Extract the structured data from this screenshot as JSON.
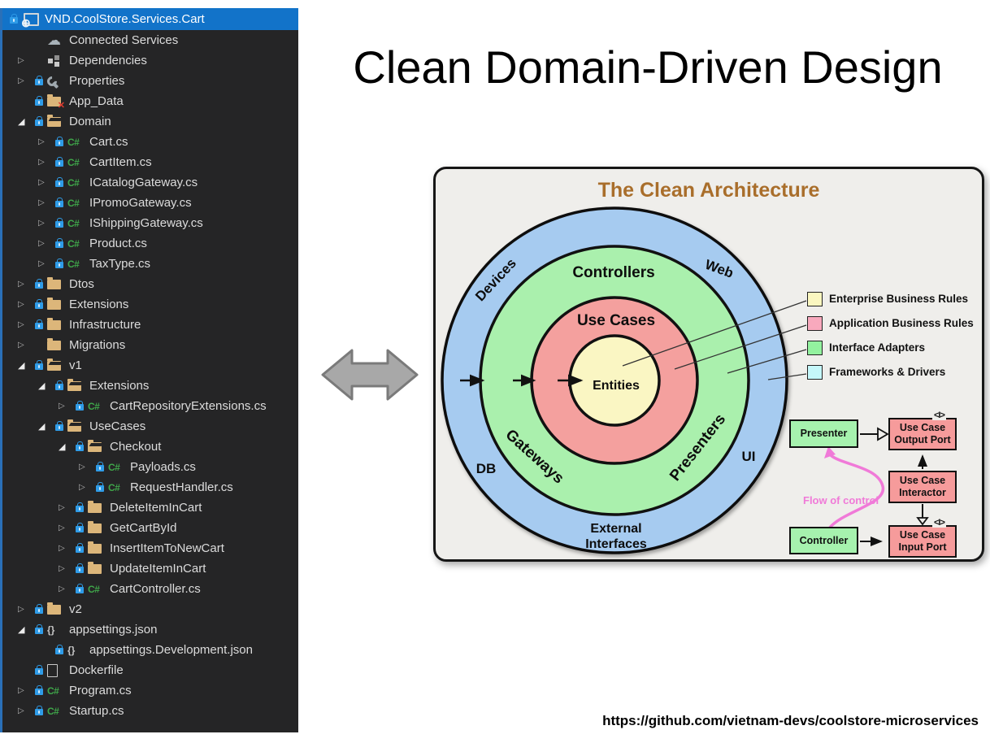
{
  "window": {
    "title": "VND.CoolStore.Services.Cart"
  },
  "tree": {
    "items": [
      {
        "label": "Connected Services",
        "level": 1,
        "exp": "n",
        "lock": false,
        "icon": "cloud"
      },
      {
        "label": "Dependencies",
        "level": 1,
        "exp": "c",
        "lock": false,
        "icon": "deps"
      },
      {
        "label": "Properties",
        "level": 1,
        "exp": "c",
        "lock": true,
        "icon": "wrench"
      },
      {
        "label": "App_Data",
        "level": 1,
        "exp": "n",
        "lock": true,
        "icon": "folder-x"
      },
      {
        "label": "Domain",
        "level": 1,
        "exp": "e",
        "lock": true,
        "icon": "folder-open"
      },
      {
        "label": "Cart.cs",
        "level": 2,
        "exp": "c",
        "lock": true,
        "icon": "csharp"
      },
      {
        "label": "CartItem.cs",
        "level": 2,
        "exp": "c",
        "lock": true,
        "icon": "csharp"
      },
      {
        "label": "ICatalogGateway.cs",
        "level": 2,
        "exp": "c",
        "lock": true,
        "icon": "csharp"
      },
      {
        "label": "IPromoGateway.cs",
        "level": 2,
        "exp": "c",
        "lock": true,
        "icon": "csharp"
      },
      {
        "label": "IShippingGateway.cs",
        "level": 2,
        "exp": "c",
        "lock": true,
        "icon": "csharp"
      },
      {
        "label": "Product.cs",
        "level": 2,
        "exp": "c",
        "lock": true,
        "icon": "csharp"
      },
      {
        "label": "TaxType.cs",
        "level": 2,
        "exp": "c",
        "lock": true,
        "icon": "csharp"
      },
      {
        "label": "Dtos",
        "level": 1,
        "exp": "c",
        "lock": true,
        "icon": "folder"
      },
      {
        "label": "Extensions",
        "level": 1,
        "exp": "c",
        "lock": true,
        "icon": "folder"
      },
      {
        "label": "Infrastructure",
        "level": 1,
        "exp": "c",
        "lock": true,
        "icon": "folder"
      },
      {
        "label": "Migrations",
        "level": 1,
        "exp": "c",
        "lock": false,
        "icon": "folder"
      },
      {
        "label": "v1",
        "level": 1,
        "exp": "e",
        "lock": true,
        "icon": "folder-open"
      },
      {
        "label": "Extensions",
        "level": 2,
        "exp": "e",
        "lock": true,
        "icon": "folder-open"
      },
      {
        "label": "CartRepositoryExtensions.cs",
        "level": 3,
        "exp": "c",
        "lock": true,
        "icon": "csharp"
      },
      {
        "label": "UseCases",
        "level": 2,
        "exp": "e",
        "lock": true,
        "icon": "folder-open"
      },
      {
        "label": "Checkout",
        "level": 3,
        "exp": "e",
        "lock": true,
        "icon": "folder-open"
      },
      {
        "label": "Payloads.cs",
        "level": 4,
        "exp": "c",
        "lock": true,
        "icon": "csharp"
      },
      {
        "label": "RequestHandler.cs",
        "level": 4,
        "exp": "c",
        "lock": true,
        "icon": "csharp"
      },
      {
        "label": "DeleteItemInCart",
        "level": 3,
        "exp": "c",
        "lock": true,
        "icon": "folder"
      },
      {
        "label": "GetCartById",
        "level": 3,
        "exp": "c",
        "lock": true,
        "icon": "folder"
      },
      {
        "label": "InsertItemToNewCart",
        "level": 3,
        "exp": "c",
        "lock": true,
        "icon": "folder"
      },
      {
        "label": "UpdateItemInCart",
        "level": 3,
        "exp": "c",
        "lock": true,
        "icon": "folder"
      },
      {
        "label": "CartController.cs",
        "level": 3,
        "exp": "c",
        "lock": true,
        "icon": "csharp"
      },
      {
        "label": "v2",
        "level": 1,
        "exp": "c",
        "lock": true,
        "icon": "folder"
      },
      {
        "label": "appsettings.json",
        "level": 1,
        "exp": "e",
        "lock": true,
        "icon": "json"
      },
      {
        "label": "appsettings.Development.json",
        "level": 2,
        "exp": "n",
        "lock": true,
        "icon": "json"
      },
      {
        "label": "Dockerfile",
        "level": 1,
        "exp": "n",
        "lock": true,
        "icon": "file"
      },
      {
        "label": "Program.cs",
        "level": 1,
        "exp": "c",
        "lock": true,
        "icon": "csharp"
      },
      {
        "label": "Startup.cs",
        "level": 1,
        "exp": "c",
        "lock": true,
        "icon": "csharp"
      }
    ]
  },
  "slide": {
    "title": "Clean Domain-Driven Design",
    "footer_url": "https://github.com/vietnam-devs/coolstore-microservices"
  },
  "diagram": {
    "title": "The Clean Architecture",
    "ring_labels": {
      "devices": "Devices",
      "web": "Web",
      "controllers": "Controllers",
      "use_cases": "Use Cases",
      "entities": "Entities",
      "gateways": "Gateways",
      "presenters": "Presenters",
      "db": "DB",
      "ui": "UI",
      "external_line1": "External",
      "external_line2": "Interfaces"
    },
    "legend": [
      {
        "label": "Enterprise Business Rules",
        "color": "#fbf7c0"
      },
      {
        "label": "Application Business Rules",
        "color": "#f8a9bd"
      },
      {
        "label": "Interface Adapters",
        "color": "#93f29f"
      },
      {
        "label": "Frameworks & Drivers",
        "color": "#c5f7fa"
      }
    ],
    "flow": {
      "presenter": "Presenter",
      "controller": "Controller",
      "output_port": "Use Case\nOutput Port",
      "interactor": "Use Case\nInteractor",
      "input_port": "Use Case\nInput Port",
      "flow_label": "Flow of control",
      "interface_marker": "<I>"
    },
    "colors": {
      "selection_blue": "#1273c9",
      "panel_bg": "#252526",
      "diagram_title": "#a96e2b",
      "ring_frameworks": "#a6cbf0",
      "ring_adapters": "#aaf0ad",
      "ring_usecases": "#f4a09e",
      "ring_entities": "#faf6c3",
      "box_green": "#a6f2ae",
      "box_red": "#f69b9b",
      "flow_pink": "#f07ad8",
      "arrow_gray": "#a8a8a8",
      "arrow_gray_border": "#7a7a7a"
    }
  },
  "icon_glyphs": {
    "csharp": "C#",
    "json": "{}",
    "cloud": "☁",
    "globe": "⊕",
    "collapsed": "▷",
    "expanded": "◢"
  }
}
